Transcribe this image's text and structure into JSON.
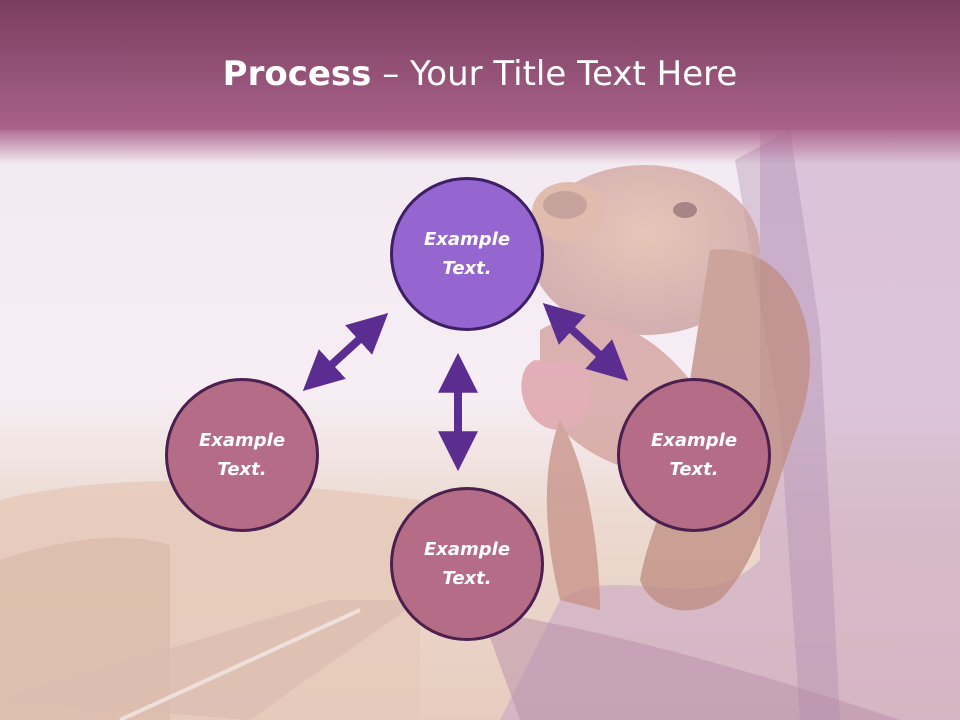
{
  "title": {
    "bold": "Process",
    "dash": " – ",
    "rest": "Your Title Text Here"
  },
  "nodes": {
    "top": "Example Text.",
    "left": "Example Text.",
    "right": "Example Text.",
    "bottom": "Example Text."
  },
  "colors": {
    "header_top": "#7a3d5f",
    "header_bottom": "#a9628a",
    "top_node": "#9566cf",
    "rose_node": "#b56c87",
    "arrow": "#5c2d91"
  },
  "icons": {
    "arrows": "double-headed-arrow-icon",
    "background": "dog-in-car-window-photo"
  }
}
